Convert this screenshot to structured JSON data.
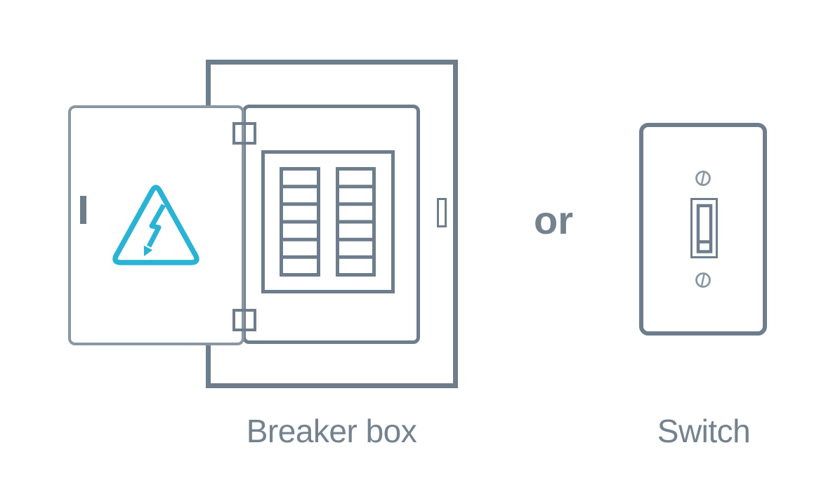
{
  "diagram": {
    "connector_label": "or",
    "options": [
      {
        "id": "breaker-box",
        "label": "Breaker box",
        "icon": "breaker-box-icon"
      },
      {
        "id": "switch",
        "label": "Switch",
        "icon": "light-switch-icon"
      }
    ],
    "warning_icon": "high-voltage-warning-icon"
  },
  "colors": {
    "background": "#ffffff",
    "outline_dark": "#6e7d8c",
    "outline_light": "#8a97a2",
    "accent_teal": "#2ab3d4",
    "label_text": "#74828f"
  }
}
